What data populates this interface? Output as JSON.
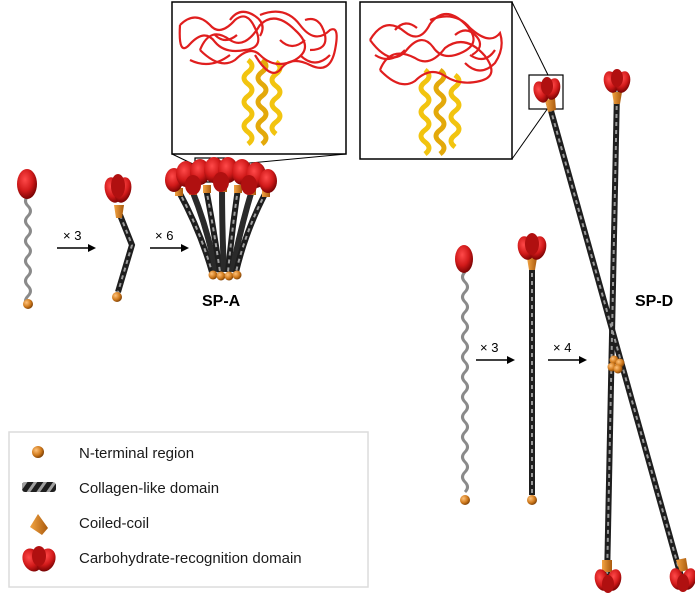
{
  "labels": {
    "sp_a": "SP-A",
    "sp_d": "SP-D",
    "times3_a": "× 3",
    "times6_a": "× 6",
    "times3_d": "× 3",
    "times4_d": "× 4"
  },
  "legend": {
    "items": [
      {
        "label": "N-terminal region",
        "icon": "n-terminal-icon"
      },
      {
        "label": "Collagen-like domain",
        "icon": "collagen-icon"
      },
      {
        "label": "Coiled-coil",
        "icon": "coiled-coil-icon"
      },
      {
        "label": "Carbohydrate-recognition domain",
        "icon": "crd-icon"
      }
    ]
  },
  "colors": {
    "crd_red": "#d11a1a",
    "crd_dark": "#7a0000",
    "coil_orange": "#e08a1e",
    "nterm_orange": "#c8731a",
    "collagen_dark": "#1e1e1e",
    "collagen_light": "#9a9a9a",
    "helix_yellow": "#f2c40f",
    "ribbon_red": "#e01e1e"
  }
}
